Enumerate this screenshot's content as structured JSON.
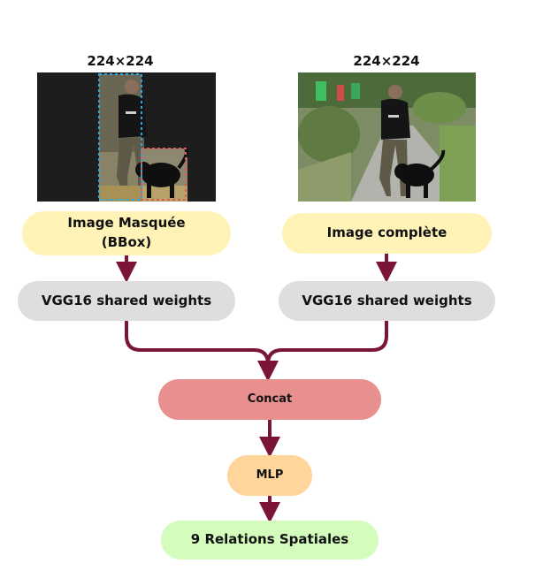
{
  "left_branch": {
    "size_label": "224×224",
    "input_label_line1": "Image Masquée",
    "input_label_line2": "(BBox)",
    "encoder_label": "VGG16 shared weights"
  },
  "right_branch": {
    "size_label": "224×224",
    "input_label": "Image complète",
    "encoder_label": "VGG16 shared weights"
  },
  "concat_label": "Concat",
  "mlp_label": "MLP",
  "output_label": "9 Relations Spatiales",
  "colors": {
    "arrow": "#7a1538",
    "input_fill": "#fff3b8",
    "encoder_fill": "#dedede",
    "concat_fill": "#e88f8f",
    "mlp_fill": "#ffd59c",
    "output_fill": "#d4fcbc",
    "person_bbox": "#29a9e1",
    "dog_bbox": "#e05a5a"
  },
  "icons": [
    "masked-photo",
    "full-photo",
    "arrow-down"
  ]
}
